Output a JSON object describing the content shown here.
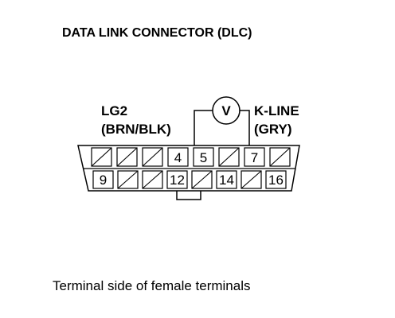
{
  "title": "DATA LINK CONNECTOR (DLC)",
  "caption": "Terminal side of female terminals",
  "left_label": {
    "line1": "LG2",
    "line2": "(BRN/BLK)"
  },
  "right_label": {
    "line1": "K-LINE",
    "line2": "(GRY)"
  },
  "meter_symbol": "V",
  "top_row": [
    "",
    "",
    "",
    "4",
    "5",
    "",
    "7",
    ""
  ],
  "bottom_row": [
    "9",
    "",
    "",
    "12",
    "",
    "14",
    "",
    "16"
  ]
}
